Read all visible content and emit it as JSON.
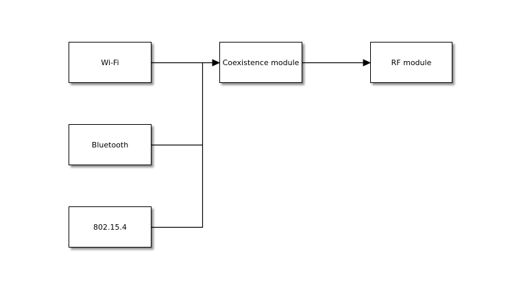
{
  "diagram": {
    "background_color": "#ffffff",
    "line_color": "#000000",
    "box_fill_color": "#ffffff",
    "box_border_color": "#000000",
    "nodes": {
      "wifi": {
        "label": "Wi-Fi"
      },
      "bluetooth": {
        "label": "Bluetooth"
      },
      "zigbee": {
        "label": "802.15.4"
      },
      "coexistence": {
        "label": "Coexistence module"
      },
      "rf": {
        "label": "RF module"
      }
    },
    "edges": [
      {
        "from": "wifi",
        "to": "coexistence",
        "style": "arrow"
      },
      {
        "from": "bluetooth",
        "to": "coexistence",
        "style": "line-joins-wifi-arrow"
      },
      {
        "from": "zigbee",
        "to": "coexistence",
        "style": "line-joins-wifi-arrow"
      },
      {
        "from": "coexistence",
        "to": "rf",
        "style": "arrow"
      }
    ]
  }
}
